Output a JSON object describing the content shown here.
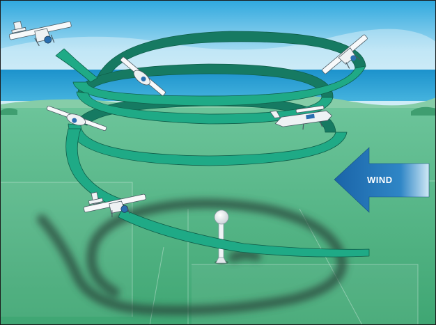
{
  "diagram": {
    "wind_label": "WIND",
    "colors": {
      "sky_top": "#3ab0e2",
      "sky_bottom": "#bfe6f5",
      "water": "#2a9fd4",
      "ground": "#5cb98a",
      "ground_dark": "#3f9e70",
      "ribbon": "#1faa86",
      "ribbon_shade": "#167a62",
      "ribbon_edge": "#0f5e49",
      "shadow": "#2e4a3d",
      "wind_arrow": "#1f6fb0"
    },
    "elements": [
      {
        "name": "airplane",
        "count": 6
      },
      {
        "name": "spiral-flight-path"
      },
      {
        "name": "ground-shadow-track"
      },
      {
        "name": "reference-pylon"
      },
      {
        "name": "wind-arrow"
      }
    ]
  }
}
